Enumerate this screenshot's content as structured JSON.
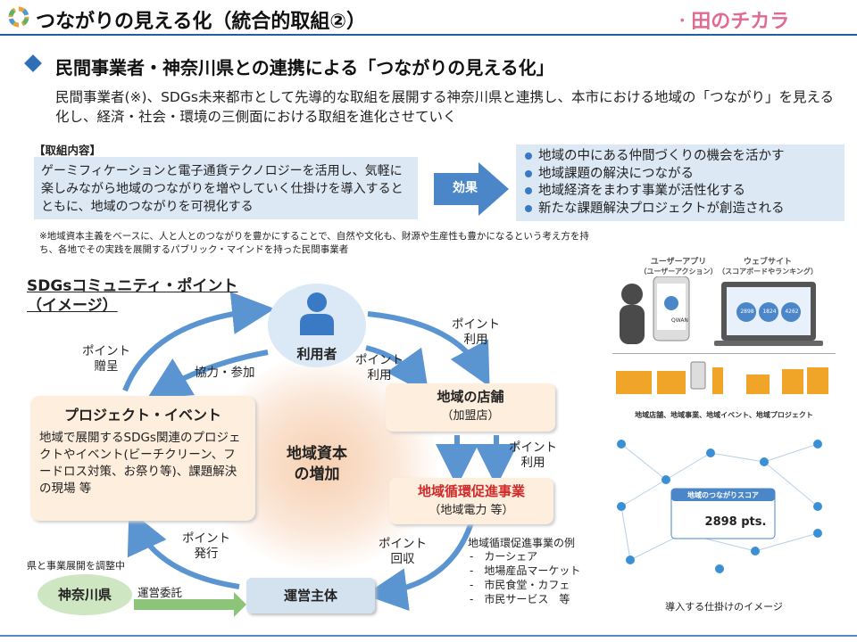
{
  "header": {
    "title": "つながりの見える化（統合的取組②）",
    "brand": "ㆍ田のチカラ"
  },
  "section": {
    "heading": "民間事業者・神奈川県との連携による「つながりの見える化」",
    "intro": "民間事業者(※)、SDGs未来都市として先導的な取組を展開する神奈川県と連携し、本市における地域の「つながり」を見える化し、経済・社会・環境の三側面における取組を進化させていく"
  },
  "content": {
    "label": "【取組内容】",
    "body": "ゲーミフィケーションと電子通貨テクノロジーを活用し、気軽に楽しみながら地域のつながりを増やしていく仕掛けを導入するとともに、地域のつながりを可視化する",
    "arrow_label": "効果",
    "effects": [
      "地域の中にある仲間づくりの機会を活かす",
      "地域課題の解決につながる",
      "地域経済をまわす事業が活性化する",
      "新たな課題解決プロジェクトが創造される"
    ]
  },
  "note": "※地域資本主義をベースに、人と人とのつながりを豊かにすることで、自然や文化も、財源や生産性も豊かになるという考え方を持ち、各地でその実践を展開するパブリック・マインドを持った民間事業者",
  "diagram": {
    "title": "SDGsコミュニティ・ポイント\n（イメージ）",
    "user": "利用者",
    "project_title": "プロジェクト・イベント",
    "project_body": "地域で展開するSDGs関連のプロジェクトやイベント(ビーチクリーン、フードロス対策、お祭り等)、課題解決の現場 等",
    "center": "地域資本\nの増加",
    "shop_title": "地域の店舗",
    "shop_sub": "（加盟店）",
    "loop_title": "地域循環促進事業",
    "loop_sub": "（地域電力 等）",
    "operator": "運営主体",
    "kanagawa": "神奈川県",
    "kanagawa_note": "県と事業展開を調整中",
    "labels": {
      "point_gift": "ポイント\n贈呈",
      "cooperate": "協力・参加",
      "point_use_1": "ポイント\n利用",
      "point_use_2": "ポイント\n利用",
      "point_use_3": "ポイント\n利用",
      "point_issue": "ポイント\n発行",
      "point_collect": "ポイント\n回収",
      "delegate": "運営委託"
    },
    "examples_title": "地域循環促進事業の例",
    "examples": [
      "-　カーシェア",
      "-　地場産品マーケット",
      "-　市民食堂・カフェ",
      "-　市民サービス　等"
    ]
  },
  "right_image": {
    "user_app": "ユーザーアプリ",
    "user_app_sub": "（ユーザーアクション）",
    "website": "ウェブサイト",
    "website_sub": "（スコアボードやランキング）",
    "app_name": "QWAN",
    "scores": [
      "2898",
      "1824",
      "4262"
    ],
    "categories": "地域店舗、地域事業、地域イベント、地域プロジェクト",
    "score_label": "地域のつながりスコア",
    "score_value": "2898 pts.",
    "caption": "導入する仕掛けのイメージ"
  }
}
